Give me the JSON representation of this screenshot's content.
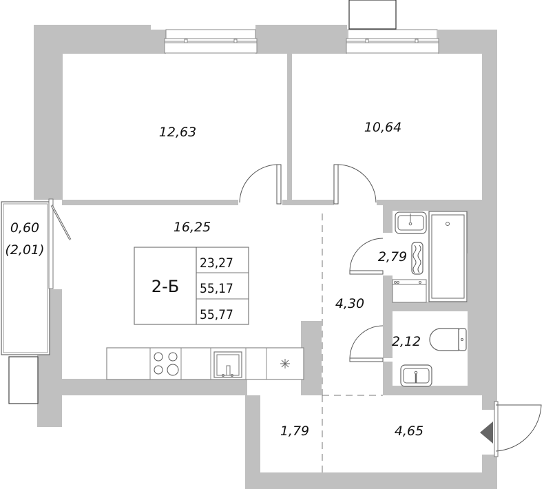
{
  "plan": {
    "apartment_code": "2-Б",
    "summary": {
      "living_area": "23,27",
      "total_area": "55,17",
      "total_area_with_balcony": "55,77"
    },
    "rooms": [
      {
        "id": "bedroom-1",
        "area": "12,63"
      },
      {
        "id": "bedroom-2",
        "area": "10,64"
      },
      {
        "id": "kitchen-living",
        "area": "16,25"
      },
      {
        "id": "balcony",
        "area": "0,60",
        "area_full": "(2,01)"
      },
      {
        "id": "bathroom",
        "area": "2,79"
      },
      {
        "id": "toilet",
        "area": "2,12"
      },
      {
        "id": "hallway",
        "area": "4,30"
      },
      {
        "id": "storage",
        "area": "1,79"
      },
      {
        "id": "entrance-hall",
        "area": "4,65"
      }
    ],
    "colors": {
      "wall": "#c0c0c0",
      "line": "#555555",
      "entrance_marker": "#666666"
    }
  }
}
